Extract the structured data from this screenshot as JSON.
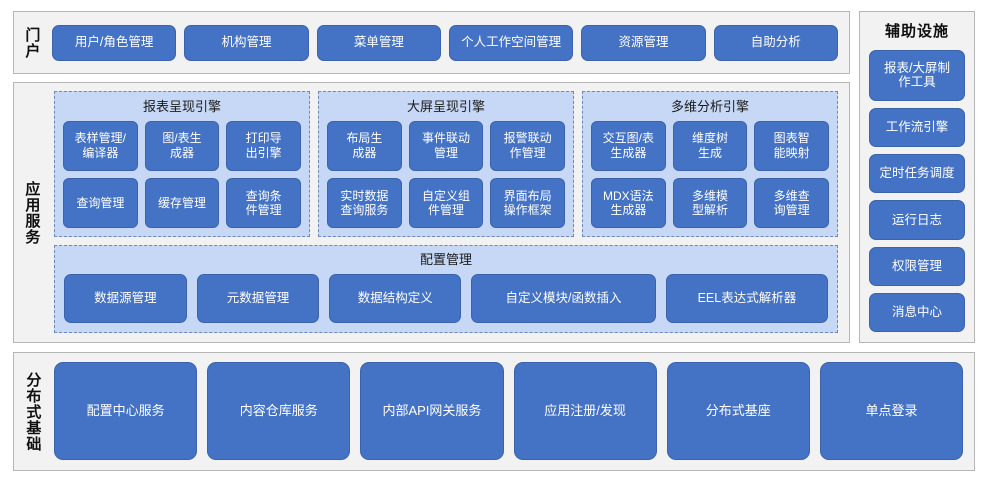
{
  "diagram": {
    "colors": {
      "button_fill": "#4472c4",
      "button_border": "#3b63ab",
      "group_fill": "#c6d8f5",
      "group_border": "#6f88b8",
      "panel_fill": "#f2f2f2",
      "panel_border": "#b6b6b6",
      "text_on_button": "#ffffff"
    },
    "portal": {
      "label": "门户",
      "items": [
        "用户/角色管理",
        "机构管理",
        "菜单管理",
        "个人工作空间管理",
        "资源管理",
        "自助分析"
      ]
    },
    "app_services": {
      "label": "应用服务",
      "engines": [
        {
          "title": "报表呈现引擎",
          "items": [
            "表样管理/\n编译器",
            "图/表生\n成器",
            "打印导\n出引擎",
            "查询管理",
            "缓存管理",
            "查询条\n件管理"
          ]
        },
        {
          "title": "大屏呈现引擎",
          "items": [
            "布局生\n成器",
            "事件联动\n管理",
            "报警联动\n作管理",
            "实时数据\n查询服务",
            "自定义组\n件管理",
            "界面布局\n操作框架"
          ]
        },
        {
          "title": "多维分析引擎",
          "items": [
            "交互图/表\n生成器",
            "维度树\n生成",
            "图表智\n能映射",
            "MDX语法\n生成器",
            "多维模\n型解析",
            "多维查\n询管理"
          ]
        }
      ],
      "config": {
        "title": "配置管理",
        "items": [
          "数据源管理",
          "元数据管理",
          "数据结构定义",
          "自定义模块/函数插入",
          "EEL表达式解析器"
        ]
      }
    },
    "aux": {
      "title": "辅助设施",
      "items": [
        "报表/大屏制\n作工具",
        "工作流引擎",
        "定时任务调度",
        "运行日志",
        "权限管理",
        "消息中心"
      ]
    },
    "base": {
      "label": "分布式基础",
      "items": [
        "配置中心服务",
        "内容仓库服务",
        "内部API网关服务",
        "应用注册/发现",
        "分布式基座",
        "单点登录"
      ]
    }
  }
}
